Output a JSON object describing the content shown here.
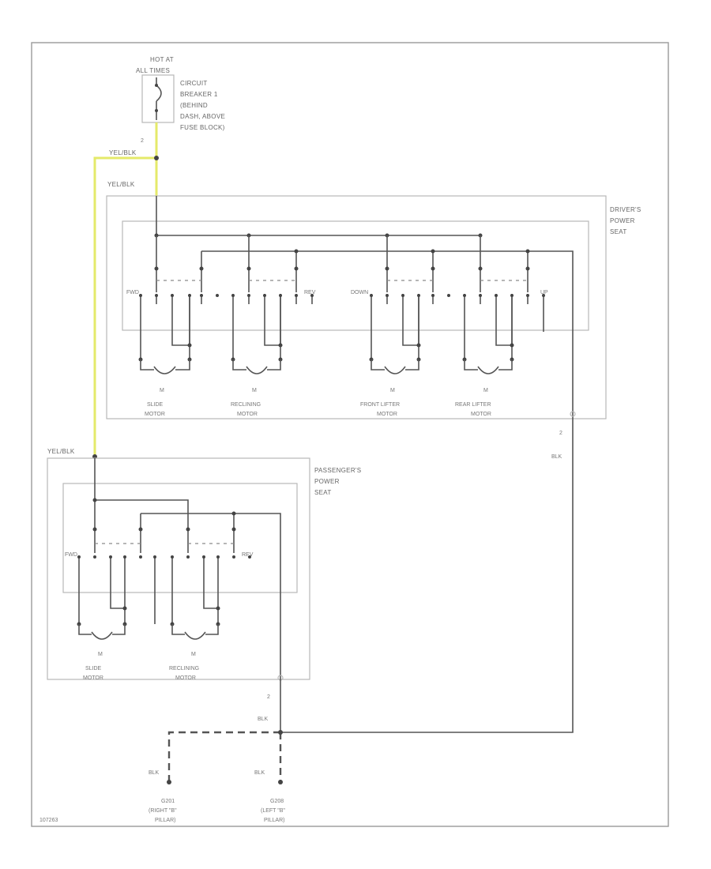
{
  "power_source": {
    "label": "HOT AT ALL TIMES",
    "breaker_label_lines": [
      "CIRCUIT",
      "BREAKER 1",
      "(BEHIND",
      "DASH, ABOVE",
      "FUSE BLOCK)"
    ],
    "terminal": "2"
  },
  "wires": {
    "feed_color": "YEL/BLK",
    "feed_color_hex": "#e4ea6a",
    "ground_color": "BLK"
  },
  "driver_seat": {
    "label_lines": [
      "DRIVER'S",
      "POWER",
      "SEAT"
    ],
    "switch_labels": {
      "fwd": "FWD",
      "rev": "REV",
      "down": "DOWN",
      "up": "UP"
    },
    "motors": [
      {
        "lines": [
          "SLIDE",
          "MOTOR"
        ]
      },
      {
        "lines": [
          "RECLINING",
          "MOTOR"
        ]
      },
      {
        "lines": [
          "FRONT LIFTER",
          "MOTOR"
        ]
      },
      {
        "lines": [
          "REAR LIFTER",
          "MOTOR"
        ]
      }
    ],
    "ground_terminal": "2",
    "motor_symbol": "M"
  },
  "passenger_seat": {
    "label_lines": [
      "PASSENGER'S",
      "POWER",
      "SEAT"
    ],
    "switch_labels": {
      "fwd": "FWD",
      "rev": "REV"
    },
    "motors": [
      {
        "lines": [
          "SLIDE",
          "MOTOR"
        ]
      },
      {
        "lines": [
          "RECLINING",
          "MOTOR"
        ]
      }
    ],
    "ground_terminal": "2",
    "motor_symbol": "M"
  },
  "grounds": [
    {
      "id": "G201",
      "lines": [
        "G201",
        "(RIGHT \"B\"",
        "PILLAR)"
      ]
    },
    {
      "id": "G208",
      "lines": [
        "G208",
        "(LEFT \"B\"",
        "PILLAR)"
      ]
    }
  ],
  "figure_id": "107263"
}
